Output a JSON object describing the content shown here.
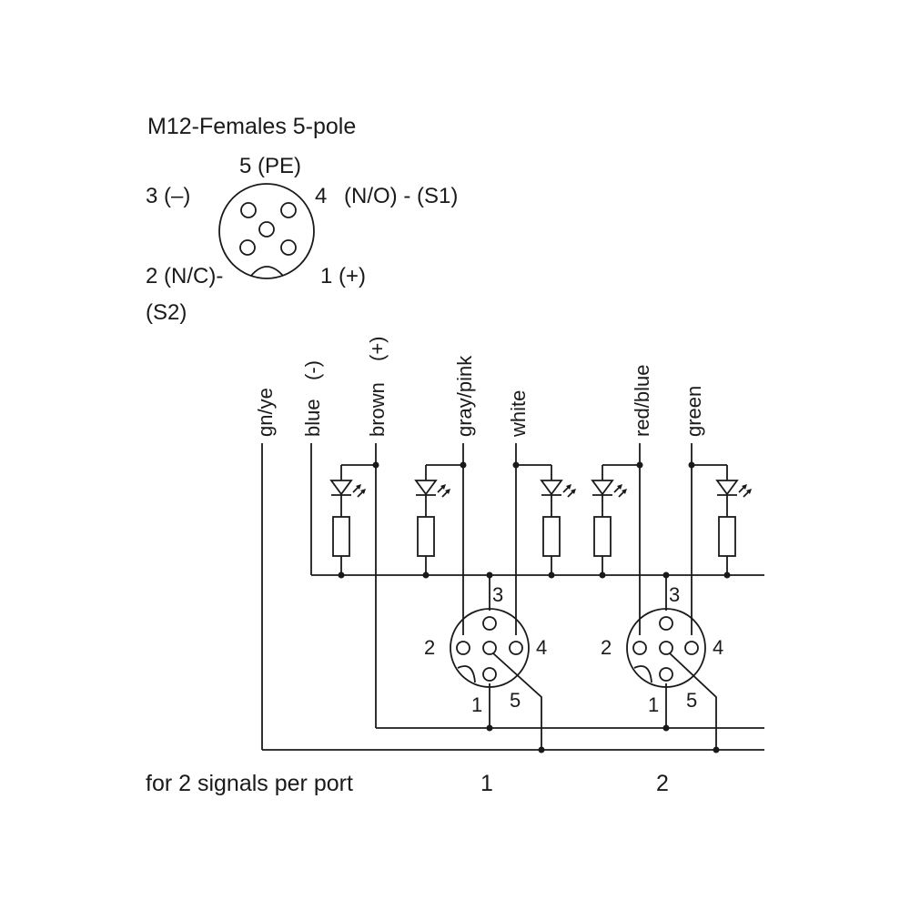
{
  "header": {
    "title": "M12-Females  5-pole",
    "pin5": "5 (PE)",
    "pin3": "3 (–)",
    "pin4": "4",
    "pin4_signal": "(N/O) - (S1)",
    "pin2": "2  (N/C)-",
    "pin2_signal": "(S2)",
    "pin1": "1 (+)"
  },
  "wires": {
    "gnye": "gn/ye",
    "blue": "blue",
    "blue_pol": "(-)",
    "brown": "brown",
    "brown_pol": "(+)",
    "graypink": "gray/pink",
    "white": "white",
    "redblue": "red/blue",
    "green": "green"
  },
  "connector_pins": {
    "p3": "3",
    "p2": "2",
    "p4": "4",
    "p1": "1",
    "p5": "5"
  },
  "footer": {
    "caption": "for 2 signals per port",
    "port1": "1",
    "port2": "2"
  },
  "colors": {
    "line": "#1a1a1a",
    "background": "#ffffff"
  }
}
